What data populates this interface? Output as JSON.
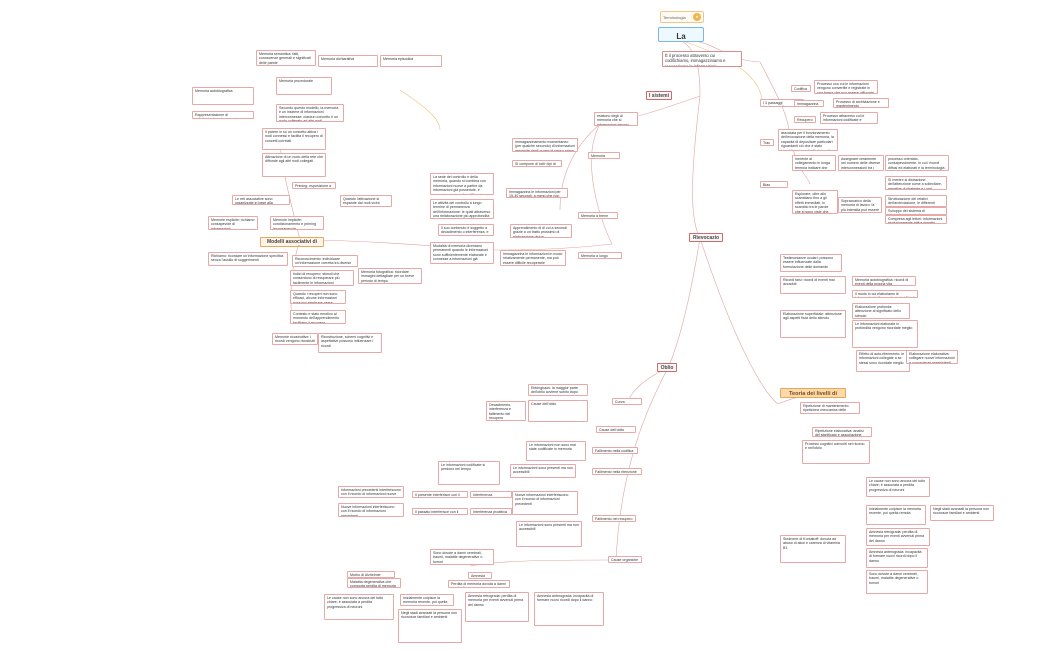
{
  "title_tag": {
    "label": "Terminologia",
    "icon": "lightbulb-icon"
  },
  "central": "La memoria",
  "hubs": {
    "sistemi": "I sistemi",
    "rievocazione": "Rievocazione",
    "oblio": "Oblio",
    "modelli": "Modelli associativi di memoria",
    "teoria": "Teoria dei livelli di elaborazione"
  },
  "nodes": {
    "def": "È il processo attraverso cui codifichiamo, immagazziniamo e recuperiamo le informazioni",
    "tre_passaggi": "I 3 passaggi fondamentali",
    "codifica": "Codifica",
    "codifica_d": "Processo con cui le informazioni vengono convertite e registrate in una forma che può essere utilizzata in memoria",
    "immag": "Immagazzinamento",
    "immag_d": "Processo di archiviazione e mantenimento dell'informazione in memoria",
    "recupero": "Recupero",
    "recupero_d": "Processo attraverso cui le informazioni codificate e immagazzinate vengono recuperate",
    "tracce": "Tracce",
    "tracce_d": "associata per il funzionamento dell'evocazione della memoria, la capacità di depositare particolari riguardanti ciò che è stato acquisito, e questi ultimi ricordi, del significato",
    "bias": "Bias fotografica",
    "bias_1": "Inerente al collegamento in lunga termina indicare che sono necessari alcuni formulari ma che sono necessari alcuni passaggi",
    "bias_2": "Assegnare veramente nel numero delle diverse interconnessioni tra i ricordi e i simultanei suoi momenti analoghi",
    "bias_3": "processo orientato, consapevolmente, in cui i ricordi diffusi ed elaborati e la terminologia nella memoria",
    "bias_4": "Esplorare, oltre allo scambiano fino a gli effetti immediati, lo scambio tra le parole che si sono viste che, una volta che sono viste sulle distrazioni",
    "bias_5": "Sopraccarico della memoria di lavoro: la più intensità può essere dovuta a vari ambiti di elaborazione",
    "bias_6": "Sì mentre si distrazione dell'attenzione come a sollecitare, negative di strategie e i vari costrutti che hanno deviato",
    "bias_7": "Strutturazione dei relativi dell'archiviazione, le differenti memorie, gli incarichi di ricezione e distrazione",
    "bias_8": "Sviluppo del sistema di memorizzazione in base all'archiviazione",
    "bias_9": "Compresa agli lettori: informazioni esclusivamente attiva rispetto all'opportunità",
    "sist_desc": "esistono degli di memoria che si informazioni devono superare affinché siano ricordate",
    "m_sens": "Memoria sensoriale",
    "m_sens_1": "Immagazzinamento momentaneo (per qualche secondo) di informazioni percepite dagli organi di senso prima che entrino in memoria a breve termine",
    "m_sens_2": "Si compone di tutti i tipi di memoria sensoriale",
    "m_breve": "Memoria a breve termine",
    "m_breve_1": "La sede del controllo e della memoria, quando si combina con informazioni nuove a partire da informazioni già possedute, è memorizzata in ordine differente rispetto ai ricordi di riferimento",
    "m_breve_2": "Immagazzina le informazioni per 15-30 secondi, a meno che non vengano ripetute",
    "m_breve_3": "Le attività del controllo a lungo termine di permanenza dell'informazione: le quali attraverso una rielaborazione più approfondita vengono trasferite alla memoria a lungo termine",
    "m_breve_4": "Il suo contenuto è soggetto a decadimento o interferenza, e la capacità è limitata",
    "m_breve_5": "Apprendimento di di cui a secondi grazie a un tratto prossimo di elaborazione visiva",
    "m_lungo": "Memoria a lungo termine",
    "m_lungo_1": "Modalità di memoria diventano permanenti quando le informazioni sono sufficientemente elaborate e connesse a informazioni già presenti",
    "m_lungo_2": "Immagazzina le informazioni in modo relativamente permanente, ma può essere difficile recuperarle",
    "sem_desc": "Memoria semantica: fatti, conoscenze generali e significati delle parole",
    "sem_1": "Memoria dichiarativa",
    "sem_2": "Memoria episodica",
    "sem_3": "Memoria procedurale",
    "sem_4": "Memoria autobiografica",
    "rappr": "Rappresentazione di un'informazione in una rete associativa di concetti tra loro collegati",
    "asso_1": "Secondo questo modello, la memoria è un insieme di informazioni interconnesse: ciascun concetto è un nodo collegato ad altri nodi",
    "asso_2": "Il parere in su un concetto attiva i nodi connessi e facilita il recupero di concetti correlati",
    "asso_3": "Attivazione di un nodo della rete che diffonde agli altri nodi collegati",
    "asso_4": "Priming: esposizione a uno stimolo che facilita il successivo riconoscimento di uno stimolo correlato",
    "asso_5": "Le reti associative sono organizzate in base alla somiglianza tra i concetti",
    "asso_6": "Quando l'attivazione si espande dai nodi vicini, alcuni nodi vengono raggiunti prima di altri",
    "asso_7": "Memorie esplicite: richiamo consapevole di informazioni",
    "asso_8": "Memorie implicite: condizionamento e priming inconsapevole",
    "rie_1": "Richiamo: ricordare un'informazione specifica senza l'ausilio di suggerimenti",
    "rie_2": "Riconoscimento: individuare un'informazione corretta tra diverse alternative",
    "rie_3": "Memoria fotografica: ricordare immagini dettagliate per un breve periodo di tempo",
    "rie_4": "Indizi di recupero: stimoli che consentono di recuperare più facilmente le informazioni",
    "rie_5": "Quando i recuperi non sono efficaci, alcune informazioni possono sembrare perse",
    "rie_6": "Contesto e stato emotivo al momento dell'apprendimento facilitano il recupero",
    "rie_7": "Memorie ricostruttive: i ricordi vengono ricostruiti ogni volta che sono rievocati",
    "rie_8": "Ricostruzione, schemi cognitivi e aspettative possono influenzare i ricordi",
    "rie_9": "Testimonianze oculari: possono essere influenzate dalla formulazione delle domande",
    "rie_10": "Ricordi falsi: ricordi di eventi mai accaduti",
    "rie_11": "Memoria autobiografica: ricordi di eventi della propria vita",
    "rie_12": "Il modo in cui elaboriamo le informazioni influenza la probabilità di ricordarle",
    "teo_1": "Elaborazione superficiale: attenzione agli aspetti fisici dello stimolo",
    "teo_2": "Elaborazione profonda: attenzione al significato dello stimolo",
    "teo_3": "Le informazioni elaborate in profondità vengono ricordate meglio",
    "teo_4": "Effetto di auto-riferimento: le informazioni collegate a se stessi sono ricordate meglio",
    "teo_5": "Elaborazione elaborativa: collegare nuove informazioni a conoscenze preesistenti",
    "teo_6": "Ripetizione di mantenimento: ripetizione meccanica delle informazioni",
    "teo_7": "Ripetizione elaborativa: analisi del significato e associazione",
    "teo_8": "Processi cognitivi coinvolti nel ricordo e nell'oblio",
    "oblio_1": "Curva dell'oblio",
    "oblio_1d": "Ebbinghaus: la maggior parte dell'oblio avviene subito dopo l'apprendimento",
    "oblio_2": "Cause dell'oblio",
    "oblio_2d": "Decadimento, interferenza e fallimento del recupero",
    "oblio_3": "Fallimento nella codifica",
    "oblio_3d": "Le informazioni non sono mai state codificate in memoria",
    "oblio_4": "Fallimento nella ritenzione",
    "oblio_4d": "Le informazioni codificate si perdono nel tempo",
    "oblio_5": "Fallimento nel recupero",
    "oblio_5d": "Le informazioni sono presenti ma non accessibili",
    "interf_1": "Interferenza retroattiva",
    "interf_1d": "Nuove informazioni interferiscono con il ricordo di informazioni precedenti",
    "interf_2": "Interferenza proattiva",
    "interf_2d": "Informazioni precedenti interferiscono con il ricordo di informazioni nuove",
    "interf_3": "Il presente interferisce con il passato",
    "interf_4": "Il passato interferisce con il presente",
    "cause_org": "Cause organiche",
    "cause_org_d": "Sono dovute a danni cerebrali, traumi, malattie degenerative o tumori",
    "amnesia": "Amnesia",
    "amnesia_d": "Perdita di memoria dovuta a danni cerebrali",
    "demenza": "Morbo di Alzheimer",
    "demenza_d": "Malattia degenerativa che comporta perdita di memoria progressiva",
    "amn_retro": "Amnesia retrograda: perdita di memoria per eventi avvenuti prima del danno",
    "amn_antero": "Amnesia anterograda: incapacità di formare nuovi ricordi dopo il danno",
    "alz_1": "Le cause non sono ancora del tutto chiare; è associata a perdita progressiva di neuroni",
    "alz_2": "Inizialmente colpisce la memoria recente, poi quella remota",
    "alz_3": "Negli stadi avanzati la persona non riconosce familiari e ambienti",
    "alz_4": "Sindrome di Korsakoff: dovuta ad abuso di alcol e carenza di vitamina B1"
  }
}
